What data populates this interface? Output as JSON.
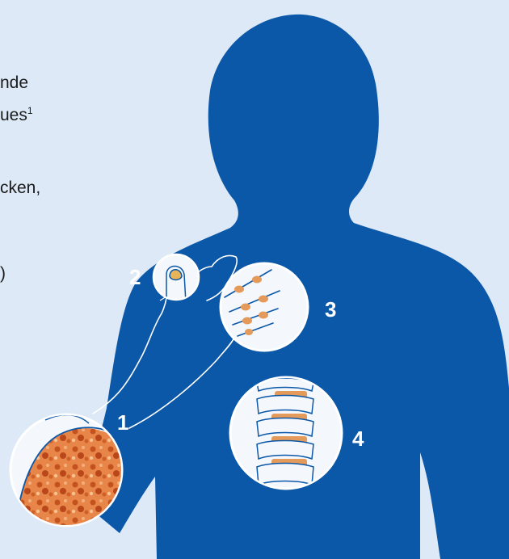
{
  "text_fragments": [
    {
      "id": "frag-1",
      "text": "nde"
    },
    {
      "id": "frag-2",
      "text": "ues",
      "sup": "1"
    },
    {
      "id": "frag-3",
      "text": "cken,"
    },
    {
      "id": "frag-4",
      "text": ")"
    }
  ],
  "callouts": [
    {
      "number": "1",
      "topic": "skin"
    },
    {
      "number": "2",
      "topic": "nail"
    },
    {
      "number": "3",
      "topic": "finger-joints"
    },
    {
      "number": "4",
      "topic": "spine"
    }
  ],
  "colors": {
    "background": "#dde9f7",
    "silhouette": "#0b57a8",
    "circle_fill": "#f4f8fd",
    "outline": "#ffffff",
    "inflammation": "#e39a5a",
    "skin_plaque": "#d9732f"
  }
}
